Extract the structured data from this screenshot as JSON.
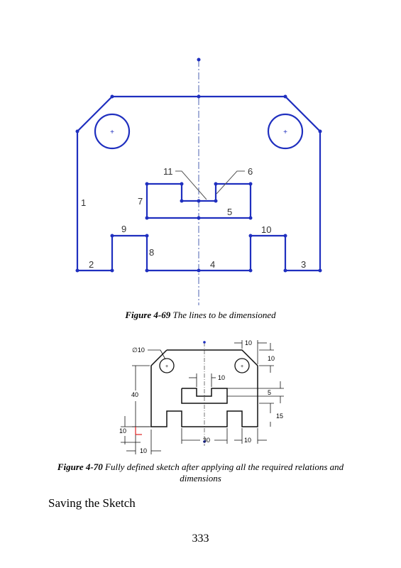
{
  "figure1": {
    "labels": {
      "l1": "1",
      "l2": "2",
      "l3": "3",
      "l4": "4",
      "l5": "5",
      "l6": "6",
      "l7": "7",
      "l8": "8",
      "l9": "9",
      "l10": "10",
      "l11": "11"
    },
    "caption_label": "Figure 4-69",
    "caption_text": " The lines to be dimensioned"
  },
  "figure2": {
    "dims": {
      "dia": "∅10",
      "top_chamfer": "10",
      "right_top": "10",
      "center_slot": "10",
      "height_40": "40",
      "small_5": "5",
      "height_15": "15",
      "left_10": "10",
      "bottom_left_10": "10",
      "bottom_30": "30",
      "bottom_right_10": "10"
    },
    "caption_label": "Figure 4-70",
    "caption_text": " Fully defined sketch after applying all the required relations and dimensions"
  },
  "heading": "Saving the Sketch",
  "page_number": "333",
  "colors": {
    "sketch": "#1f2fbf",
    "centerline": "#6a7bbf",
    "point_red": "#e02020"
  }
}
